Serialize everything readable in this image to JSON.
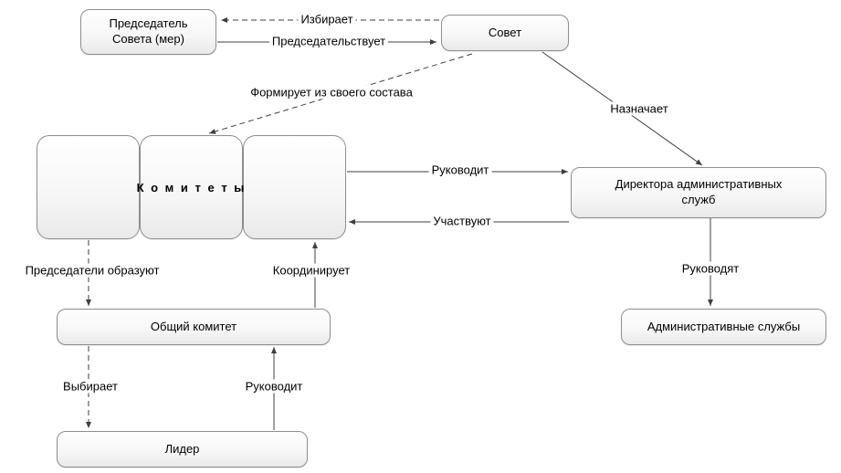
{
  "nodes": {
    "chairman": {
      "line1": "Председатель",
      "line2": "Совета (мер)"
    },
    "council": {
      "label": "Совет"
    },
    "committees": {
      "label": "К о м и т е т ы"
    },
    "directors": {
      "line1": "Директора административных",
      "line2": "служб"
    },
    "general_committee": {
      "label": "Общий комитет"
    },
    "leader": {
      "label": "Лидер"
    },
    "admin_services": {
      "label": "Административные службы"
    }
  },
  "edges": {
    "elects": {
      "label": "Избирает",
      "from": "council",
      "to": "chairman",
      "style": "dashed"
    },
    "presides": {
      "label": "Председательствует",
      "from": "chairman",
      "to": "council",
      "style": "solid"
    },
    "forms": {
      "label": "Формирует из своего состава",
      "from": "council",
      "to": "committees",
      "style": "dashed"
    },
    "appoints": {
      "label": "Назначает",
      "from": "council",
      "to": "directors",
      "style": "solid"
    },
    "manages": {
      "label": "Руководит",
      "from": "committees",
      "to": "directors",
      "style": "solid"
    },
    "participate": {
      "label": "Участвуют",
      "from": "directors",
      "to": "committees",
      "style": "solid"
    },
    "chairs_form": {
      "label": "Председатели образуют",
      "from": "committees",
      "to": "general_committee",
      "style": "dashed"
    },
    "coordinates": {
      "label": "Координирует",
      "from": "general_committee",
      "to": "committees",
      "style": "solid"
    },
    "chooses": {
      "label": "Выбирает",
      "from": "general_committee",
      "to": "leader",
      "style": "dashed"
    },
    "leads": {
      "label": "Руководит",
      "from": "leader",
      "to": "general_committee",
      "style": "solid"
    },
    "manage_services": {
      "label": "Руководят",
      "from": "directors",
      "to": "admin_services",
      "style": "solid"
    }
  },
  "colors": {
    "background": "#ffffff",
    "box_border": "#8e8e8e",
    "box_fill": "#efefef",
    "line": "#3f3f3f",
    "text": "#000000"
  }
}
